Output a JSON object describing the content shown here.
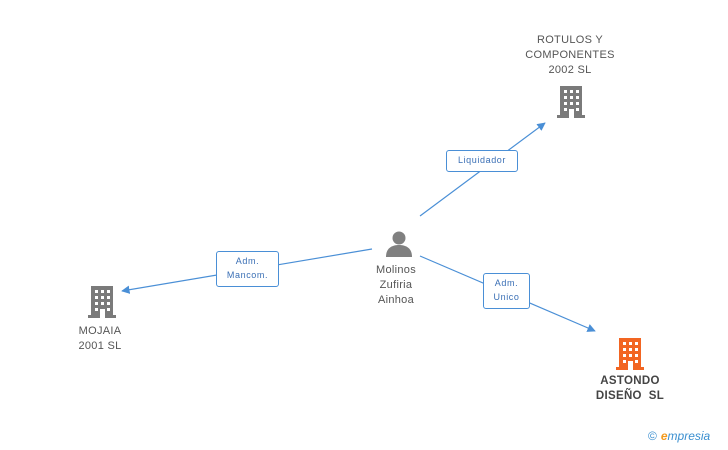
{
  "nodes": {
    "center": {
      "lines": [
        "Molinos",
        "Zufiria",
        "Ainhoa"
      ],
      "type": "person"
    },
    "rotulos": {
      "lines": [
        "ROTULOS Y",
        "COMPONENTES",
        "2002 SL"
      ],
      "type": "company"
    },
    "mojaia": {
      "lines": [
        "MOJAIA",
        "2001 SL"
      ],
      "type": "company"
    },
    "astondo": {
      "lines": [
        "ASTONDO",
        "DISEÑO  SL"
      ],
      "type": "company-highlight"
    }
  },
  "relations": {
    "liquidador": {
      "lines": [
        "Liquidador"
      ]
    },
    "adm_mancom": {
      "lines": [
        "Adm.",
        "Mancom."
      ]
    },
    "adm_unico": {
      "lines": [
        "Adm.",
        "Unico"
      ]
    }
  },
  "brand": {
    "copyright": "©",
    "e": "e",
    "rest": "mpresia"
  },
  "colors": {
    "edge": "#4a8fd6",
    "company_icon": "#7a7a7a",
    "highlight_icon": "#f26522",
    "person_icon": "#808080"
  }
}
